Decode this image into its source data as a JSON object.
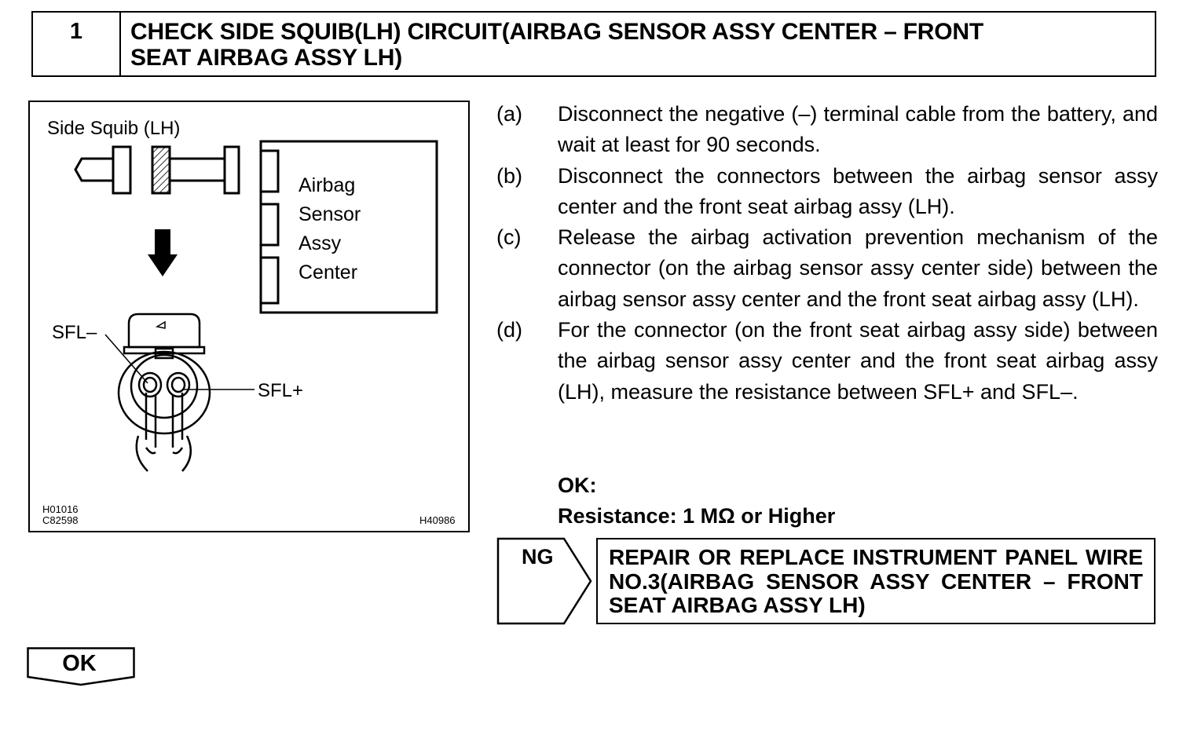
{
  "header": {
    "step_number": "1",
    "title_line1": "CHECK SIDE SQUIB(LH) CIRCUIT(AIRBAG SENSOR ASSY CENTER – FRONT",
    "title_line2": "SEAT AIRBAG ASSY LH)"
  },
  "figure": {
    "part_label": "Side Squib (LH)",
    "ecu_label_lines": [
      "Airbag",
      "Sensor",
      "Assy",
      "Center"
    ],
    "terminal_minus": "SFL–",
    "terminal_plus": "SFL+",
    "codes_left": [
      "H01016",
      "C82598"
    ],
    "code_right": "H40986",
    "icons": [
      "connector-icon",
      "down-arrow-icon",
      "connector-face-icon"
    ]
  },
  "instructions": [
    {
      "letter": "(a)",
      "text": "Disconnect the negative (–) terminal cable from the battery, and wait at least for 90 seconds."
    },
    {
      "letter": "(b)",
      "text": "Disconnect the connectors between the airbag sensor assy center and the front seat airbag assy (LH)."
    },
    {
      "letter": "(c)",
      "text": "Release the airbag activation prevention mechanism of the connector (on the airbag sensor assy center side) between the airbag sensor assy center and the front seat airbag assy (LH)."
    },
    {
      "letter": "(d)",
      "text": "For the connector (on the front seat airbag assy side) between the airbag sensor assy center and the front seat airbag assy (LH), measure the resistance between SFL+ and SFL–."
    }
  ],
  "ok_spec": {
    "label": "OK:",
    "spec": "Resistance: 1 MΩ or Higher"
  },
  "ng": {
    "label": "NG",
    "action": "REPAIR OR REPLACE INSTRUMENT PANEL WIRE NO.3(AIRBAG SENSOR ASSY CENTER – FRONT SEAT AIRBAG ASSY LH)"
  },
  "ok_button": {
    "label": "OK"
  }
}
